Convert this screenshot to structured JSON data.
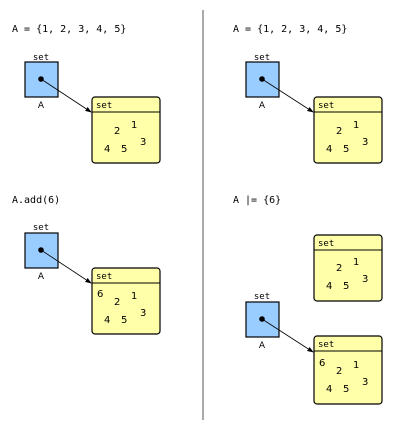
{
  "panels": [
    {
      "code": "A = {1, 2, 3, 4, 5}",
      "var_box_label": "set",
      "var_name": "A",
      "objects": [
        {
          "header": "set",
          "elements": [
            "1",
            "2",
            "3",
            "4",
            "5"
          ],
          "referenced": true
        }
      ]
    },
    {
      "code": "A = {1, 2, 3, 4, 5}",
      "var_box_label": "set",
      "var_name": "A",
      "objects": [
        {
          "header": "set",
          "elements": [
            "1",
            "2",
            "3",
            "4",
            "5"
          ],
          "referenced": true
        }
      ]
    },
    {
      "code": "A.add(6)",
      "var_box_label": "set",
      "var_name": "A",
      "objects": [
        {
          "header": "set",
          "elements": [
            "6",
            "1",
            "2",
            "3",
            "4",
            "5"
          ],
          "referenced": true
        }
      ]
    },
    {
      "code": "A |= {6}",
      "var_box_label": "set",
      "var_name": "A",
      "objects": [
        {
          "header": "set",
          "elements": [
            "1",
            "2",
            "3",
            "4",
            "5"
          ],
          "referenced": false
        },
        {
          "header": "set",
          "elements": [
            "6",
            "1",
            "2",
            "3",
            "4",
            "5"
          ],
          "referenced": true
        }
      ]
    }
  ],
  "colors": {
    "var_box_fill": "#99ccff",
    "set_fill": "#ffffaa",
    "stroke": "#000000",
    "divider": "#555555"
  }
}
